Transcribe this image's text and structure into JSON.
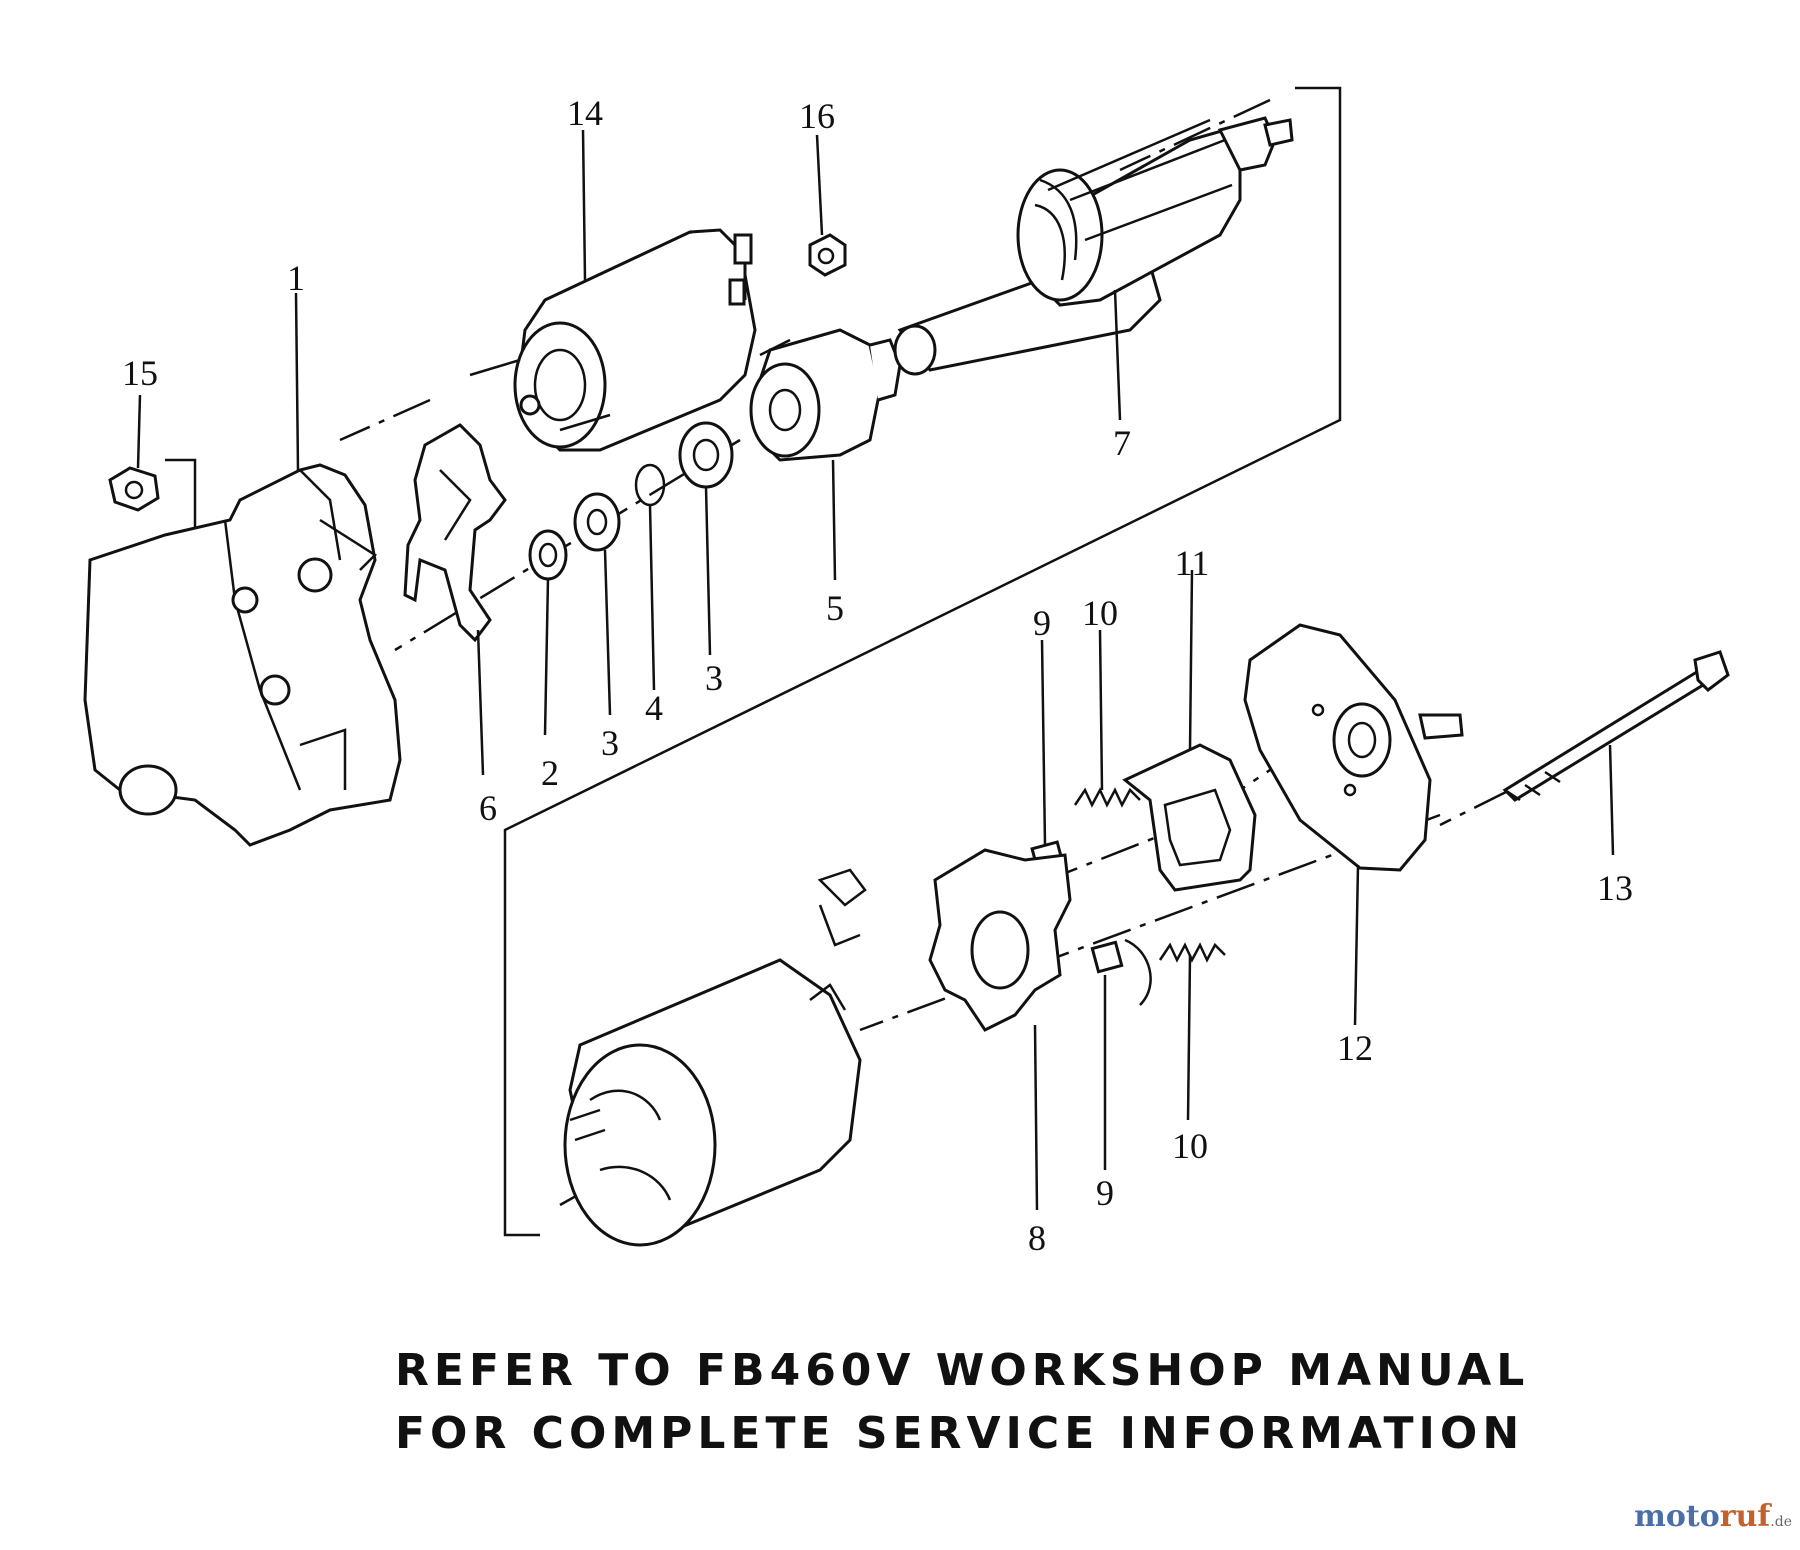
{
  "callouts": [
    {
      "label": "1",
      "id": "starter-housing"
    },
    {
      "label": "2",
      "id": "washer-2"
    },
    {
      "label": "3",
      "id": "washer-3-a"
    },
    {
      "label": "4",
      "id": "snap-ring-4"
    },
    {
      "label": "3",
      "id": "washer-3-b"
    },
    {
      "label": "5",
      "id": "pinion-clutch"
    },
    {
      "label": "6",
      "id": "shift-lever"
    },
    {
      "label": "7",
      "id": "armature"
    },
    {
      "label": "8",
      "id": "brush-holder"
    },
    {
      "label": "9",
      "id": "brush-9-a"
    },
    {
      "label": "10",
      "id": "spring-10-a"
    },
    {
      "label": "11",
      "id": "brush-plate"
    },
    {
      "label": "12",
      "id": "end-frame"
    },
    {
      "label": "13",
      "id": "through-bolt"
    },
    {
      "label": "14",
      "id": "solenoid"
    },
    {
      "label": "15",
      "id": "nut-15"
    },
    {
      "label": "16",
      "id": "nut-16"
    },
    {
      "label": "10",
      "id": "spring-10-b"
    },
    {
      "label": "9",
      "id": "brush-9-b"
    }
  ],
  "caption": {
    "line1": "REFER TO FB460V WORKSHOP MANUAL",
    "line2": "FOR COMPLETE SERVICE INFORMATION"
  },
  "watermark": {
    "part1": "moto",
    "part2": "ruf",
    "part3": ".de"
  }
}
